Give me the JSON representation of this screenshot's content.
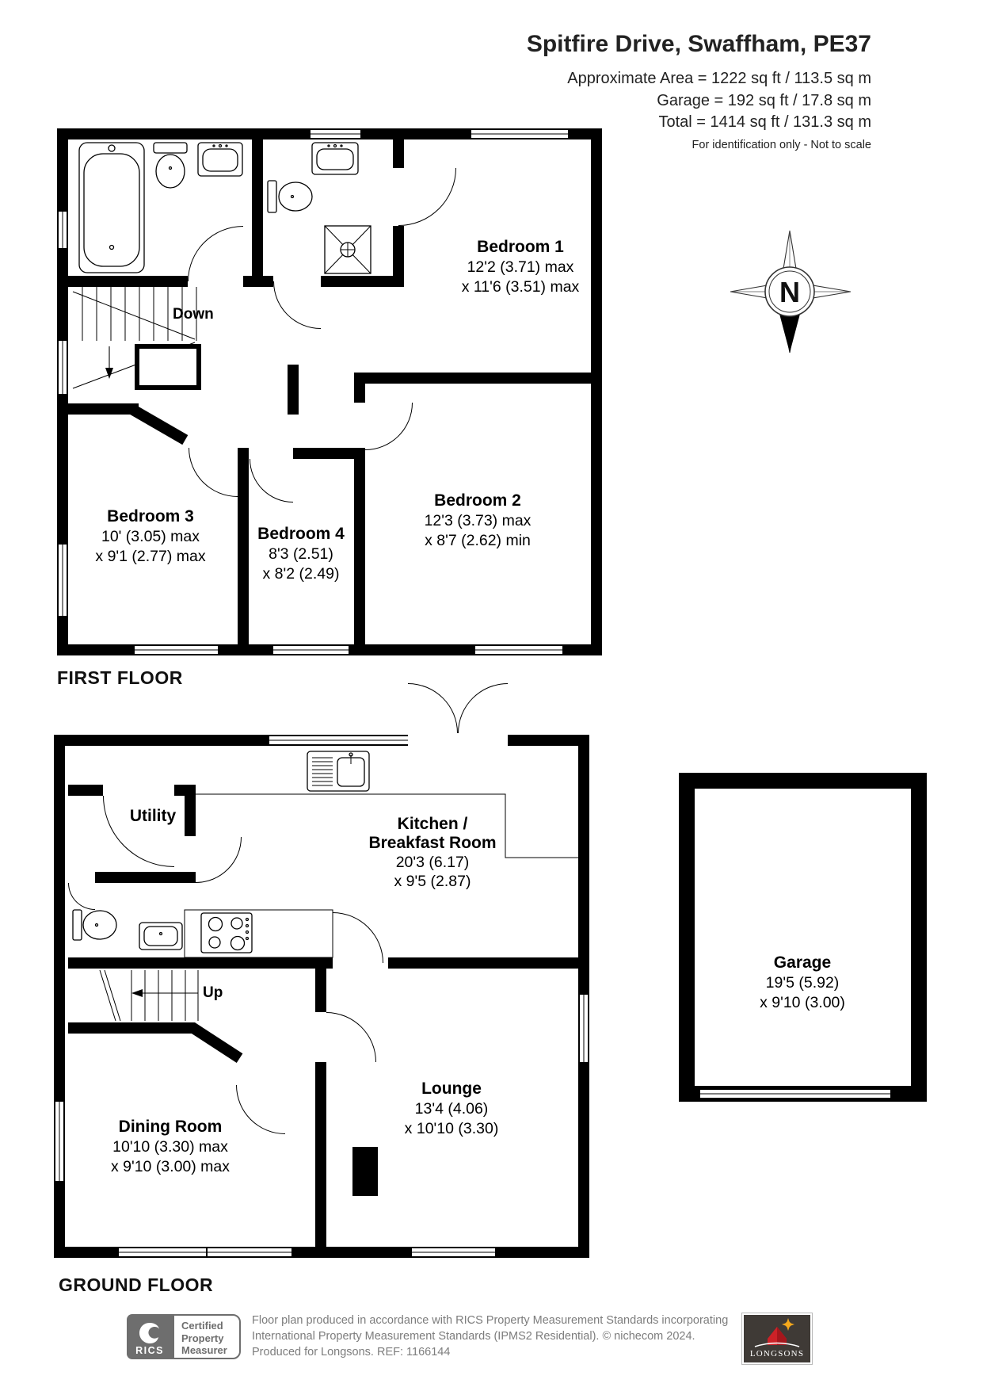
{
  "header": {
    "title": "Spitfire Drive, Swaffham, PE37",
    "area_line1": "Approximate Area = 1222 sq ft / 113.5 sq m",
    "area_line2": "Garage = 192 sq ft / 17.8 sq m",
    "area_line3": "Total = 1414 sq ft / 131.3 sq m",
    "disclaimer": "For identification only - Not to scale"
  },
  "compass": {
    "north_label": "N"
  },
  "first_floor": {
    "title": "FIRST FLOOR",
    "stairs_label": "Down",
    "rooms": {
      "bedroom1": {
        "name": "Bedroom 1",
        "dim1": "12'2 (3.71) max",
        "dim2": "x 11'6 (3.51) max"
      },
      "bedroom2": {
        "name": "Bedroom 2",
        "dim1": "12'3 (3.73) max",
        "dim2": "x 8'7 (2.62) min"
      },
      "bedroom3": {
        "name": "Bedroom 3",
        "dim1": "10' (3.05) max",
        "dim2": "x 9'1 (2.77) max"
      },
      "bedroom4": {
        "name": "Bedroom 4",
        "dim1": "8'3 (2.51)",
        "dim2": "x 8'2 (2.49)"
      }
    }
  },
  "ground_floor": {
    "title": "GROUND FLOOR",
    "stairs_label": "Up",
    "rooms": {
      "utility": {
        "name": "Utility"
      },
      "kitchen": {
        "name_line1": "Kitchen /",
        "name_line2": "Breakfast Room",
        "dim1": "20'3 (6.17)",
        "dim2": "x 9'5 (2.87)"
      },
      "dining": {
        "name": "Dining Room",
        "dim1": "10'10 (3.30) max",
        "dim2": "x 9'10 (3.00) max"
      },
      "lounge": {
        "name": "Lounge",
        "dim1": "13'4 (4.06)",
        "dim2": "x 10'10 (3.30)"
      },
      "garage": {
        "name": "Garage",
        "dim1": "19'5 (5.92)",
        "dim2": "x 9'10 (3.00)"
      }
    }
  },
  "footer": {
    "rics_brand": "RICS",
    "rics_cert_line1": "Certified",
    "rics_cert_line2": "Property",
    "rics_cert_line3": "Measurer",
    "line1": "Floor plan produced in accordance with RICS Property Measurement Standards incorporating",
    "line2": "International Property Measurement Standards (IPMS2 Residential).  © nichecom 2024.",
    "line3": "Produced for Longsons.   REF:  1166144",
    "longsons_brand": "LONGSONS"
  },
  "colors": {
    "wall": "#000000",
    "footer_text": "#7d7d7d",
    "rics_gray": "#6e6e6e",
    "longsons_bg": "#3f3a36",
    "longsons_red": "#cc2127",
    "longsons_sun": "#f5a81c"
  }
}
